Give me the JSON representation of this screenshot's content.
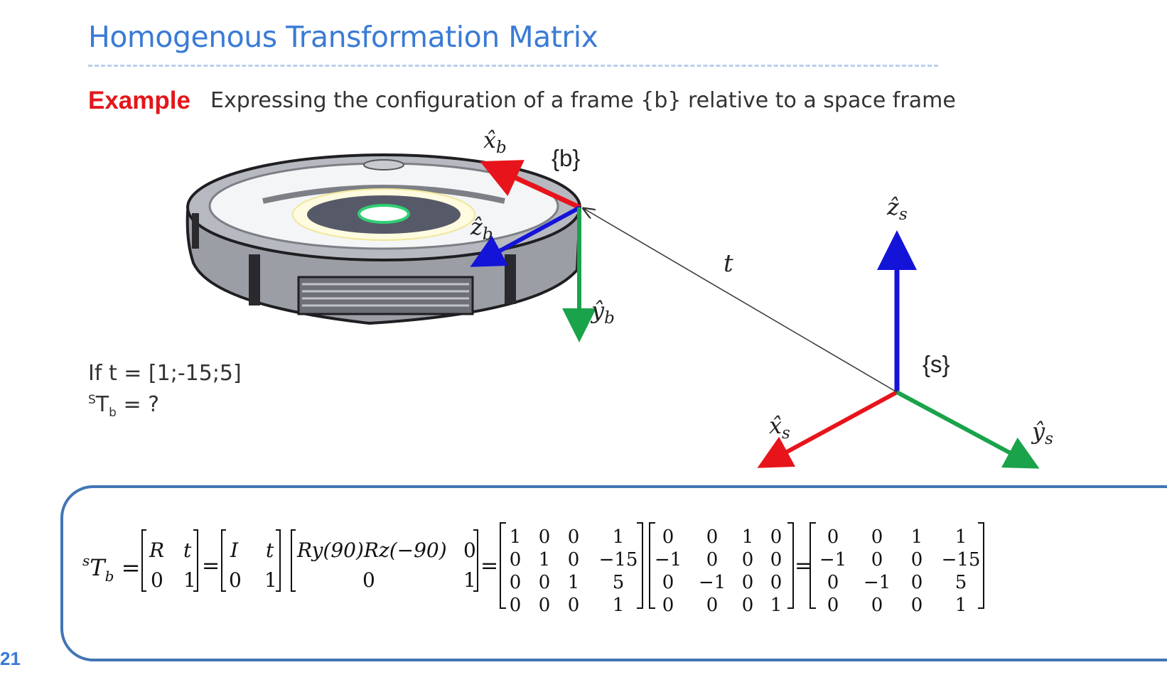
{
  "title": "Homogenous Transformation Matrix",
  "example": {
    "label": "Example",
    "text": "Expressing the configuration of a frame {b} relative to a space frame"
  },
  "condition": {
    "t_line": "If t = [1;-15;5]",
    "T_sup": "S",
    "T_base": "T",
    "T_sub": "b",
    "T_rest": " = ?"
  },
  "diagram": {
    "frame_b": "{b}",
    "frame_s": "{s}",
    "vector_t": "t",
    "axes_b": {
      "x": "x̂",
      "x_sub": "b",
      "y": "ŷ",
      "y_sub": "b",
      "z": "ẑ",
      "z_sub": "b"
    },
    "axes_s": {
      "x": "x̂",
      "x_sub": "s",
      "y": "ŷ",
      "y_sub": "s",
      "z": "ẑ",
      "z_sub": "s"
    },
    "colors": {
      "x_axis": "#e8141b",
      "y_axis": "#1aa34a",
      "z_axis": "#1414d8",
      "robot_body": "#8e9099"
    },
    "robot": "robot-vacuum-icon"
  },
  "formula": {
    "lhs_sup": "s",
    "lhs": "T",
    "lhs_sub": "b",
    "m1": [
      [
        "R",
        "t"
      ],
      [
        "0",
        "1"
      ]
    ],
    "m2": [
      [
        "I",
        "t"
      ],
      [
        "0",
        "1"
      ]
    ],
    "m3_top_left": "Ry(90)Rz(−90)",
    "m3_top_right": "0",
    "m3_bottom_left": "0",
    "m3_bottom_right": "1",
    "m4": [
      [
        "1",
        "0",
        "0",
        "1"
      ],
      [
        "0",
        "1",
        "0",
        "−15"
      ],
      [
        "0",
        "0",
        "1",
        "5"
      ],
      [
        "0",
        "0",
        "0",
        "1"
      ]
    ],
    "m5": [
      [
        "0",
        "0",
        "1",
        "0"
      ],
      [
        "−1",
        "0",
        "0",
        "0"
      ],
      [
        "0",
        "−1",
        "0",
        "0"
      ],
      [
        "0",
        "0",
        "0",
        "1"
      ]
    ],
    "m6": [
      [
        "0",
        "0",
        "1",
        "1"
      ],
      [
        "−1",
        "0",
        "0",
        "−15"
      ],
      [
        "0",
        "−1",
        "0",
        "5"
      ],
      [
        "0",
        "0",
        "0",
        "1"
      ]
    ]
  },
  "page_number": "21"
}
